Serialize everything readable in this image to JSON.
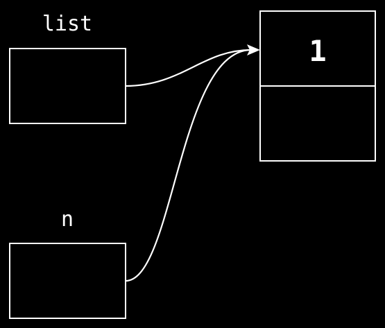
{
  "variables": [
    {
      "name": "list"
    },
    {
      "name": "n"
    }
  ],
  "node": {
    "value": "1",
    "next": ""
  },
  "colors": {
    "background": "#000000",
    "foreground": "#ffffff"
  }
}
